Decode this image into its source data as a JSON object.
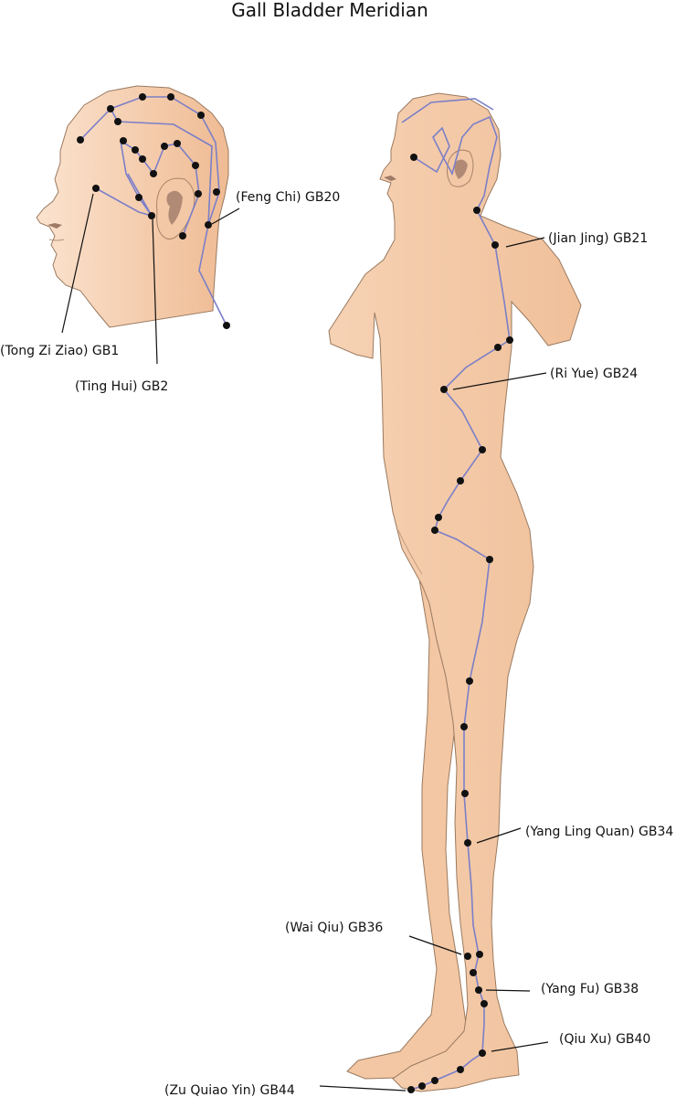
{
  "title": "Gall Bladder Meridian",
  "colors": {
    "skin_light": "#f9dcc3",
    "skin_dark": "#efbd97",
    "outline": "#9a7a60",
    "meridian_line": "#7b7fc8",
    "acupoint": "#111111",
    "ear_inner": "#b08a75"
  },
  "labels": {
    "gb1": "(Tong Zi Ziao) GB1",
    "gb2": "(Ting Hui) GB2",
    "gb20": "(Feng Chi) GB20",
    "gb21": "(Jian Jing) GB21",
    "gb24": "(Ri Yue) GB24",
    "gb34": "(Yang Ling Quan) GB34",
    "gb36": "(Wai Qiu) GB36",
    "gb38": "(Yang Fu) GB38",
    "gb40": "(Qiu Xu) GB40",
    "gb44": "(Zu Quiao Yin) GB44"
  }
}
